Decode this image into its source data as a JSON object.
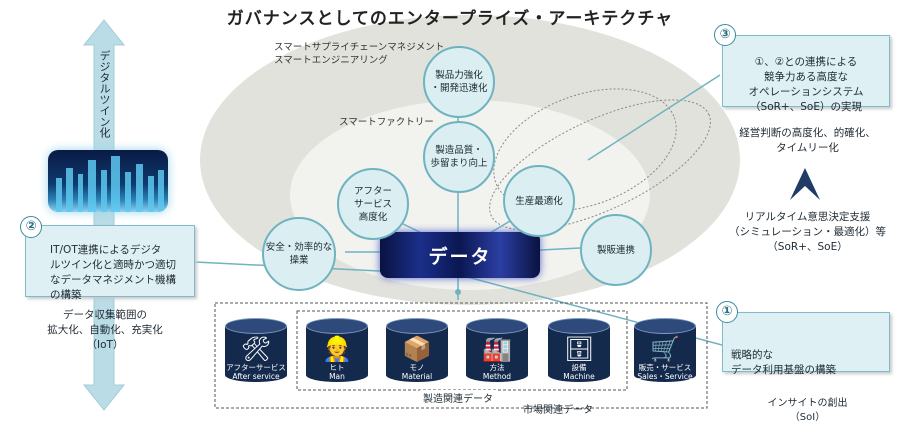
{
  "title": "ガバナンスとしてのエンタープライズ・アーキテクチャ",
  "outer_zone_label": "スマートサプライチェーンマネジメント\nスマートエンジニアリング",
  "inner_zone_label": "スマートファクトリー",
  "vertical_arrow_label": "デジタルツイン化",
  "nodes": {
    "product_strength": "製品力強化\n・開発迅速化",
    "quality": "製造品質・\n歩留まり向上",
    "after_service": "アフター\nサービス\n高度化",
    "production": "生産最適化",
    "safety": "安全・効率的な\n操業",
    "sales": "製販連携"
  },
  "data_label": "データ",
  "callout_1": {
    "number": "①",
    "text": "戦略的な\nデータ利用基盤の構築"
  },
  "callout_2": {
    "number": "②",
    "text": "IT/OT連携によるデジタ\nルツイン化と適時かつ適切\nなデータマネジメント機構\nの構築"
  },
  "callout_3": {
    "number": "③",
    "text": "①、②との連携による\n競争力ある高度な\nオペレーションシステム\n（SoR+、SoE）の実現"
  },
  "right_top_text": "経営判断の高度化、的確化、\nタイムリー化",
  "right_mid_text": "リアルタイム意思決定支援\n（シミュレーション・最適化）等\n（SoR+、SoE）",
  "right_bottom_text": "インサイトの創出\n（SoI）",
  "left_bottom_text": "データ収集範囲の\n拡大化、自動化、充実化\n（IoT）",
  "databases": [
    {
      "icon": "tools-icon",
      "glyph": "🛠",
      "label": "アフターサービス\nAfter service"
    },
    {
      "icon": "person-icon",
      "glyph": "👷",
      "label": "ヒト\nMan"
    },
    {
      "icon": "material-icon",
      "glyph": "📦",
      "label": "モノ\nMaterial"
    },
    {
      "icon": "factory-icon",
      "glyph": "🏭",
      "label": "方法\nMethod"
    },
    {
      "icon": "machine-icon",
      "glyph": "🗄",
      "label": "設備\nMachine"
    },
    {
      "icon": "cart-icon",
      "glyph": "🛒",
      "label": "販売・サービス\nSales・Service"
    }
  ],
  "manufacturing_data_label": "製造関連データ",
  "market_data_label": "市場関連データ",
  "colors": {
    "accent": "#6fb3c0",
    "callout_bg": "#dff0f4",
    "db_dark": "#142a4d",
    "outer_zone": "#e4e4df"
  }
}
